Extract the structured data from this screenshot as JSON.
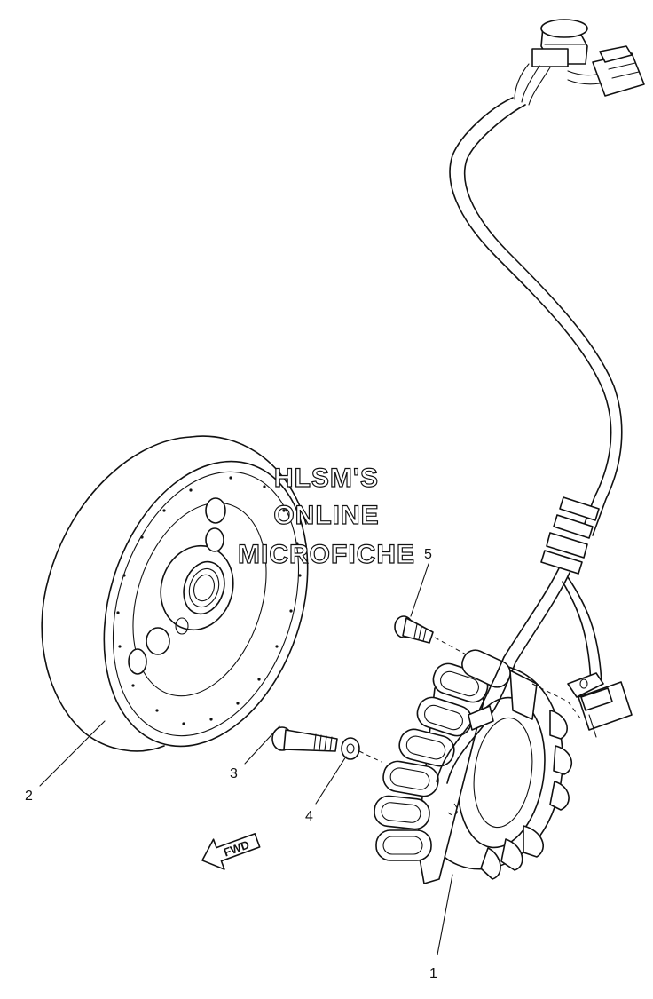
{
  "watermark": {
    "line1": "HLSM'S",
    "line2": "ONLINE",
    "line3": "MICROFICHE"
  },
  "callouts": {
    "c1": "1",
    "c2": "2",
    "c3": "3",
    "c4": "4",
    "c5": "5"
  },
  "direction_arrow": {
    "label": "FWD"
  }
}
